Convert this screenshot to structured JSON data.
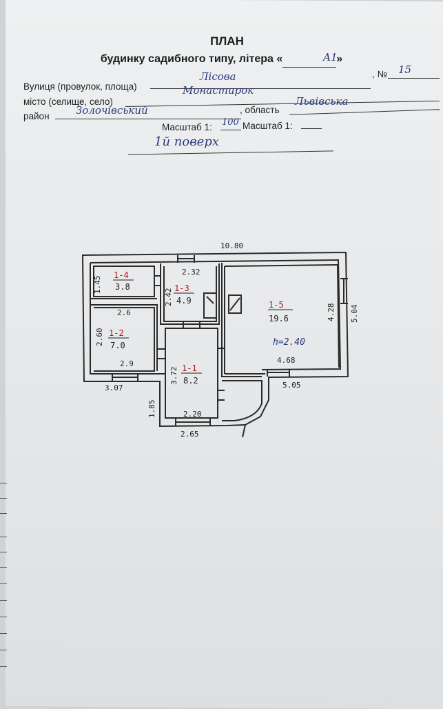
{
  "header": {
    "title": "ПЛАН",
    "subtitle": "будинку садибного типу, літера «",
    "subtitle_close": "»",
    "litera": "А1"
  },
  "fields": {
    "street_label": "Вулиця (провулок, площа)",
    "street_value": "Лісова",
    "number_label": ", №",
    "number_value": "15",
    "city_label": "місто (селище, село)",
    "city_value": "Монастирок",
    "district_label": "район",
    "district_value": "Золочівський",
    "region_label": ", область",
    "region_value": "Львівська",
    "scale_label_1": "Масштаб 1:",
    "scale_value_1": "100",
    "scale_label_2": "Масштаб 1:",
    "floor_value": "1й поверх"
  },
  "plan": {
    "overall_width": "10.80",
    "rooms": [
      {
        "id": "1-1",
        "area": "8.2"
      },
      {
        "id": "1-2",
        "area": "7.0"
      },
      {
        "id": "1-3",
        "area": "4.9"
      },
      {
        "id": "1-4",
        "area": "3.8"
      },
      {
        "id": "1-5",
        "area": "19.6"
      }
    ],
    "dimensions": {
      "d_232": "2.32",
      "d_145": "1.45",
      "d_242": "2.42",
      "d_26": "2.6",
      "d_260": "2.60",
      "d_29": "2.9",
      "d_307": "3.07",
      "d_372": "3.72",
      "d_185": "1.85",
      "d_220": "2.20",
      "d_265": "2.65",
      "d_428": "4.28",
      "d_504": "5.04",
      "d_468": "4.68",
      "d_505": "5.05"
    },
    "height_note": "h=2.40",
    "colors": {
      "room_number": "#b01818",
      "hand_ink": "#2b3a7a",
      "walls": "#2a2a2a"
    }
  }
}
